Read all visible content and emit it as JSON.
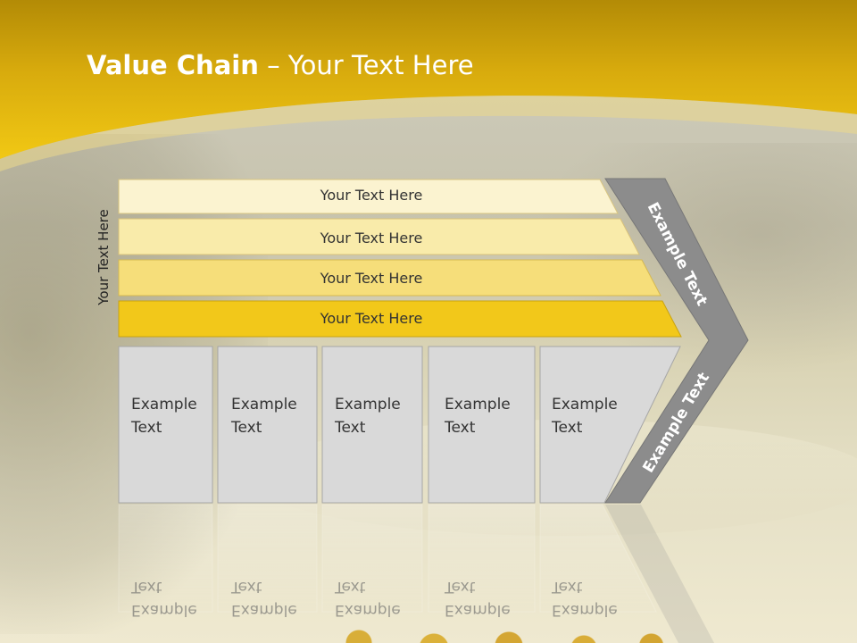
{
  "slide": {
    "title_bold": "Value Chain",
    "title_rest": " – Your Text Here",
    "side_label": "Your Text Here"
  },
  "bars": [
    {
      "label": "Your Text Here",
      "color": "#fbf3d0"
    },
    {
      "label": "Your Text Here",
      "color": "#f9ebaa"
    },
    {
      "label": "Your Text Here",
      "color": "#f6de7a"
    },
    {
      "label": "Your Text Here",
      "color": "#f2c81a"
    }
  ],
  "boxes": [
    {
      "line1": "Example",
      "line2": "Text"
    },
    {
      "line1": "Example",
      "line2": "Text"
    },
    {
      "line1": "Example",
      "line2": "Text"
    },
    {
      "line1": "Example",
      "line2": "Text"
    },
    {
      "line1": "Example",
      "line2": "Text"
    }
  ],
  "chevron": {
    "upper_label": "Example Text",
    "lower_label": "Example Text",
    "color": "#8c8c8c"
  },
  "colors": {
    "header_gold": "#e9bb13",
    "header_dark": "#b99006",
    "box_fill": "#d9d9d9"
  }
}
